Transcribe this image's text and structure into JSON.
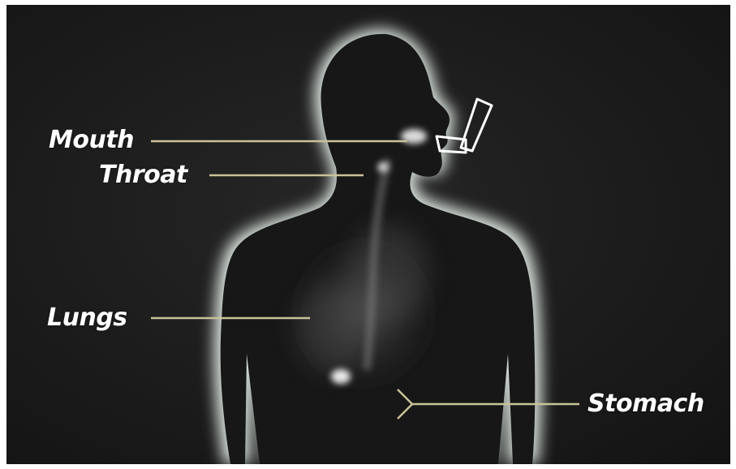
{
  "diagram": {
    "labels": {
      "mouth": "Mouth",
      "throat": "Throat",
      "lungs": "Lungs",
      "stomach": "Stomach"
    },
    "colors": {
      "background": "#1b1b1b",
      "body_silhouette": "#161616",
      "body_glow": "#e8efe9",
      "leader_line": "#c9c29a",
      "label_text": "#ffffff",
      "inhaler_outline": "#ffffff"
    },
    "icons": {
      "inhaler": "inhaler-icon"
    }
  }
}
